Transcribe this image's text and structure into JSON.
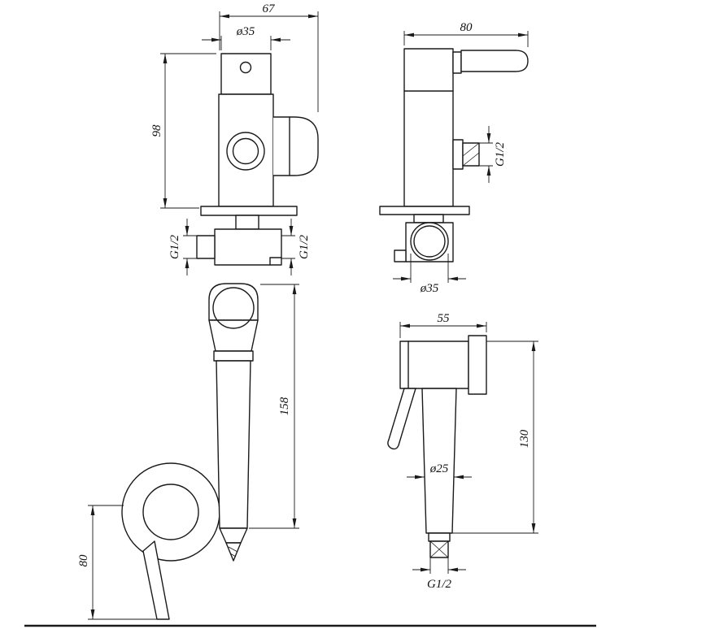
{
  "page": {
    "background": "#ffffff",
    "line_color": "#1a1a1a",
    "description": "Technical dimensional drawing of a bidet sprayer set: wall valve (front and side views) and hand sprayer (front and side views)"
  },
  "views": {
    "valve_front": {
      "dim_overall_width": "67",
      "dim_cap_diameter": "ø35",
      "dim_body_height": "98",
      "dim_thread_left": "G1/2",
      "dim_thread_right": "G1/2"
    },
    "valve_side": {
      "dim_depth": "80",
      "dim_thread_outlet": "G1/2",
      "dim_flange_diameter": "ø35"
    },
    "sprayer_front": {
      "dim_length": "158",
      "dim_handle_length": "80"
    },
    "sprayer_side": {
      "dim_head_length": "55",
      "dim_body_diameter": "ø25",
      "dim_length": "130",
      "dim_thread_bottom": "G1/2"
    }
  }
}
